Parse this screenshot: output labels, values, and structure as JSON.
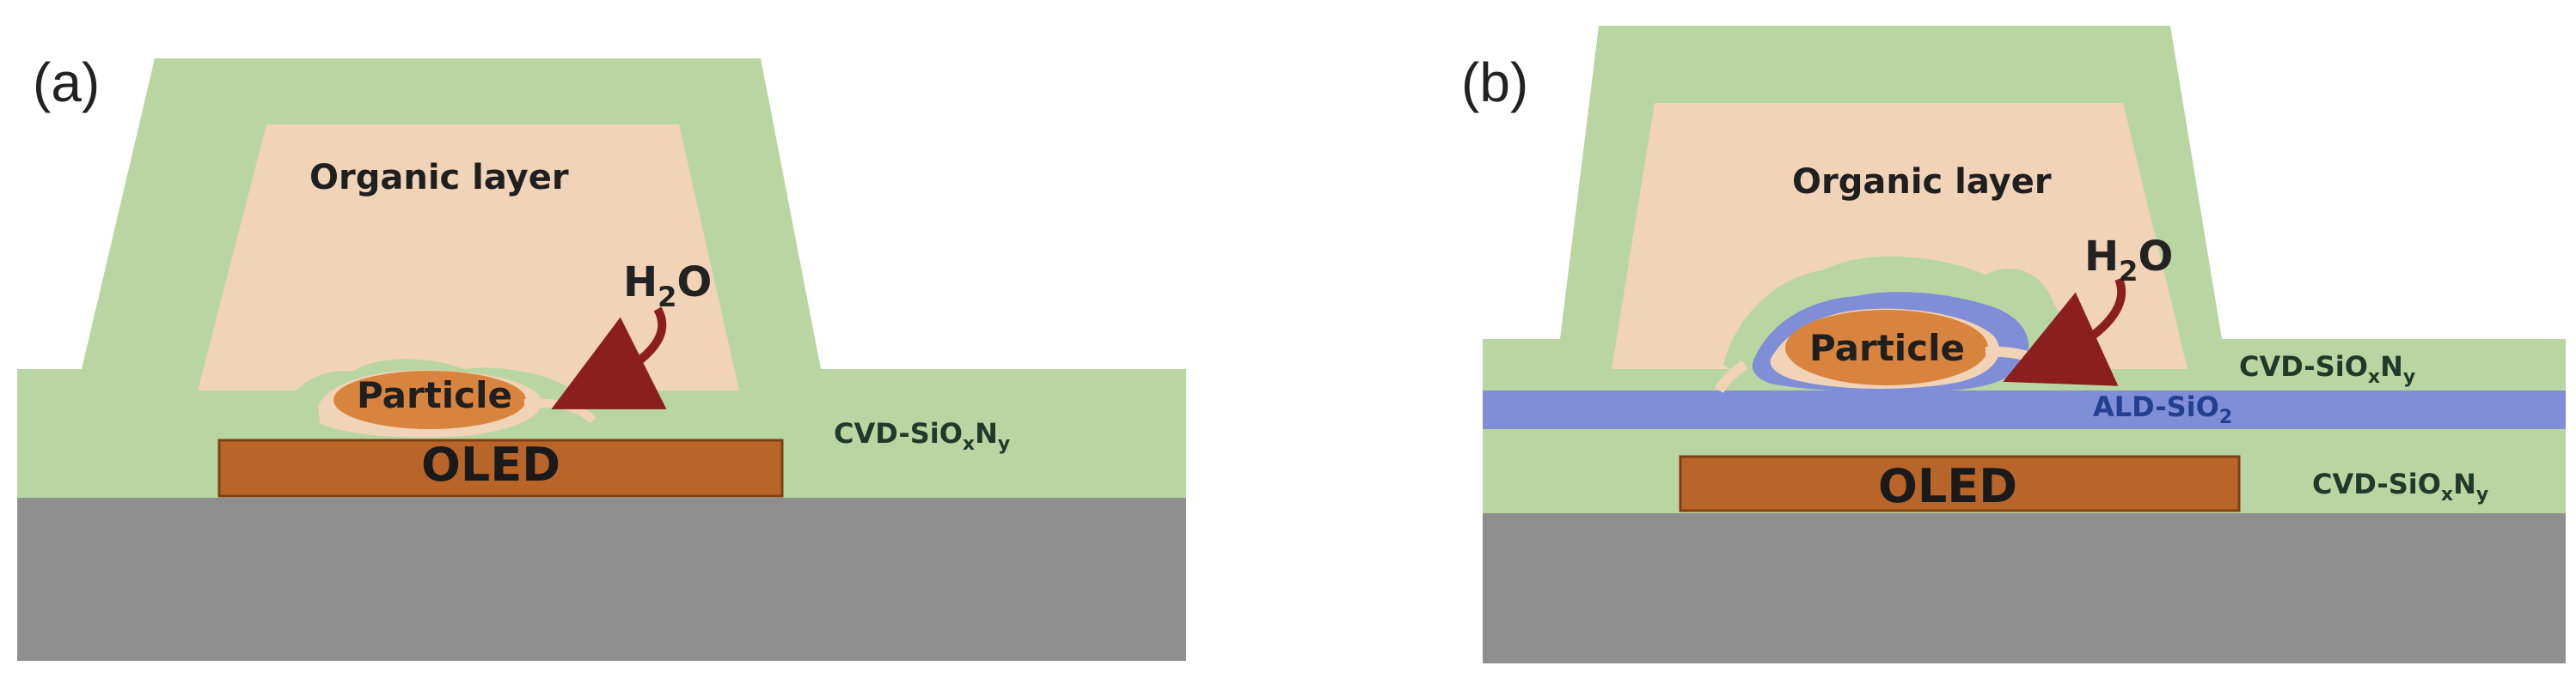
{
  "colors": {
    "substrate": "#8f8f8f",
    "cvd": "#b9d6a2",
    "ald": "#7f8ed6",
    "organic": "#f1d3b8",
    "oled": "#b9652a",
    "particle": "#d9843e",
    "arrow": "#8b1f1f"
  },
  "panel_a": {
    "label": "(a)",
    "organic_label": "Organic layer",
    "water_main": "H",
    "water_sub": "2",
    "water_end": "O",
    "particle_label": "Particle",
    "oled_label": "OLED",
    "cvd_main": "CVD-SiO",
    "cvd_x": "x",
    "cvd_n": "N",
    "cvd_y": "y"
  },
  "panel_b": {
    "label": "(b)",
    "organic_label": "Organic layer",
    "water_main": "H",
    "water_sub": "2",
    "water_end": "O",
    "particle_label": "Particle",
    "oled_label": "OLED",
    "cvd_top_main": "CVD-SiO",
    "cvd_top_x": "x",
    "cvd_top_n": "N",
    "cvd_top_y": "y",
    "ald_main": "ALD-SiO",
    "ald_sub": "2",
    "cvd_bottom_main": "CVD-SiO",
    "cvd_bottom_x": "x",
    "cvd_bottom_n": "N",
    "cvd_bottom_y": "y"
  }
}
